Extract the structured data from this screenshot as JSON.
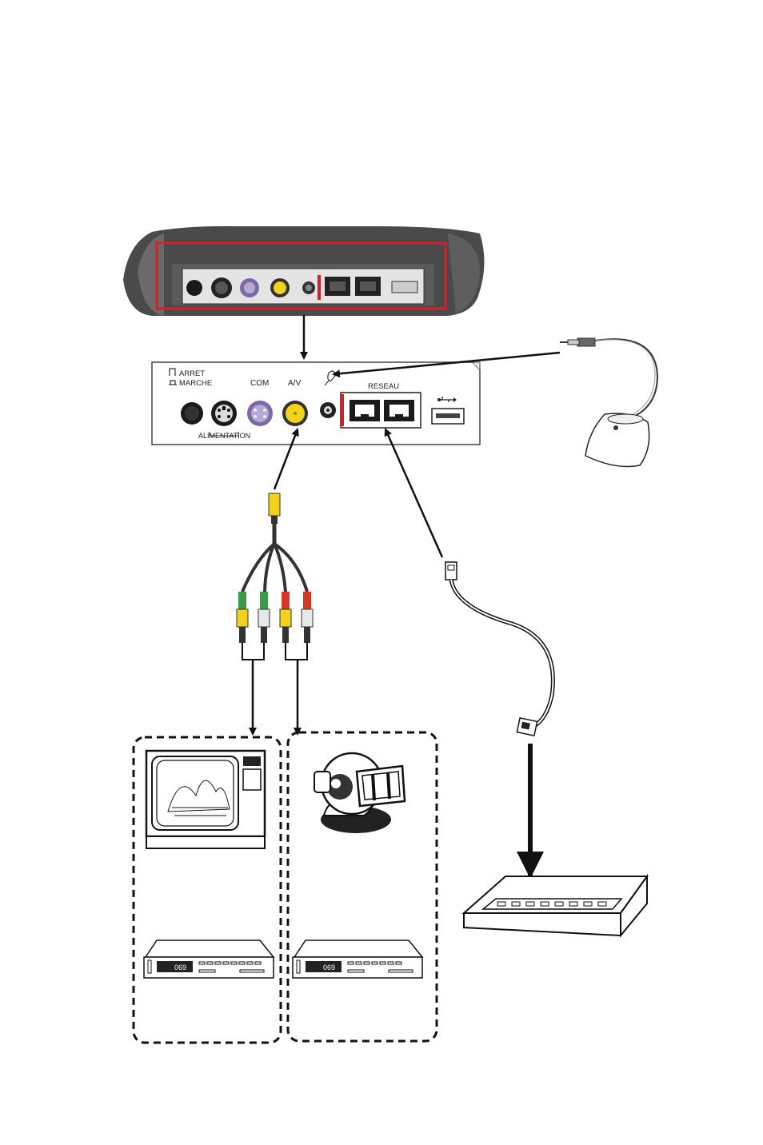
{
  "panel": {
    "power_off": "ARRET",
    "power_on": "MARCHE",
    "power": "ALIMENTATION",
    "com": "COM",
    "av": "A/V",
    "network": "RESEAU"
  },
  "vcr_display": {
    "left": "069",
    "right": "069"
  },
  "colors": {
    "device_body": "#4a4a4a",
    "highlight_frame": "#d4202a",
    "av_port": "#f2d21a",
    "com_port": "#b7a9d6",
    "rca_green": "#3a9a4a",
    "rca_red": "#d23a26",
    "rca_white": "#e8e8e8",
    "rca_yellow": "#f2d21a"
  }
}
